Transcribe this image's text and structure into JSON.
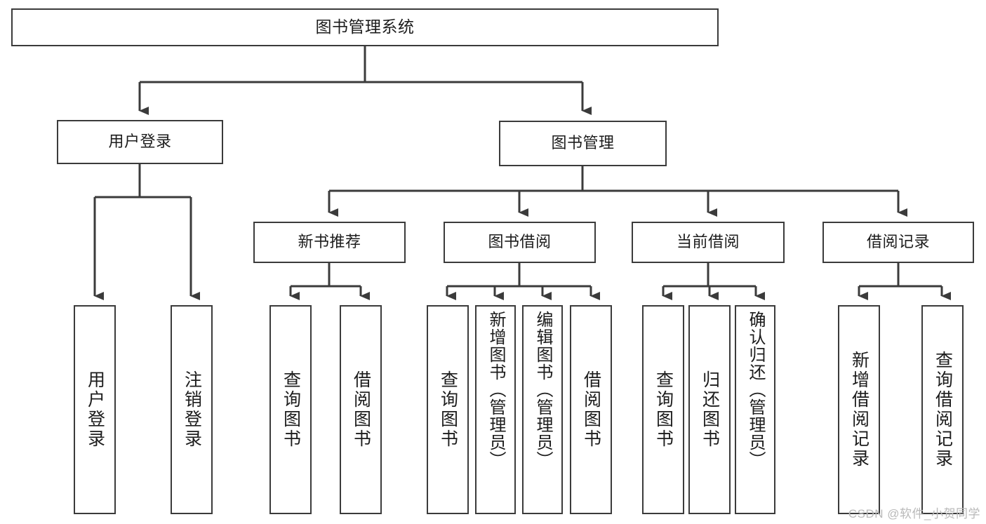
{
  "diagram": {
    "type": "tree-hierarchy",
    "title": "图书管理系统",
    "root": {
      "label": "图书管理系统"
    },
    "level1": [
      {
        "label": "用户登录"
      },
      {
        "label": "图书管理"
      }
    ],
    "level2": [
      {
        "label": "新书推荐"
      },
      {
        "label": "图书借阅"
      },
      {
        "label": "当前借阅"
      },
      {
        "label": "借阅记录"
      }
    ],
    "leaves": {
      "user_login": [
        {
          "label": "用户登录"
        },
        {
          "label": "注销登录"
        }
      ],
      "new_book_recommend": [
        {
          "label": "查询图书"
        },
        {
          "label": "借阅图书"
        }
      ],
      "book_borrow": [
        {
          "label": "查询图书"
        },
        {
          "label": "新增图书（管理员）"
        },
        {
          "label": "编辑图书（管理员）"
        },
        {
          "label": "借阅图书"
        }
      ],
      "current_borrow": [
        {
          "label": "查询图书"
        },
        {
          "label": "归还图书"
        },
        {
          "label": "确认归还（管理员）"
        }
      ],
      "borrow_record": [
        {
          "label": "新增借阅记录"
        },
        {
          "label": "查询借阅记录"
        }
      ]
    }
  },
  "watermark": {
    "text": "CSDN @软件_小贺同学"
  },
  "colors": {
    "stroke": "#3b3b3b",
    "fill": "#ffffff",
    "text": "#1c1c1c",
    "watermark": "#b9b9b9"
  }
}
